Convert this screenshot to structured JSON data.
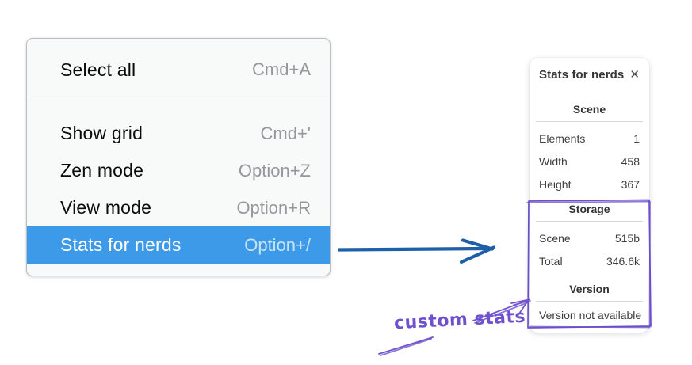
{
  "menu": {
    "items": [
      {
        "label": "Select all",
        "shortcut": "Cmd+A",
        "selected": false
      },
      {
        "label": "Show grid",
        "shortcut": "Cmd+'",
        "selected": false
      },
      {
        "label": "Zen mode",
        "shortcut": "Option+Z",
        "selected": false
      },
      {
        "label": "View mode",
        "shortcut": "Option+R",
        "selected": false
      },
      {
        "label": "Stats for nerds",
        "shortcut": "Option+/",
        "selected": true
      }
    ]
  },
  "panel": {
    "title": "Stats for nerds",
    "close_icon": "✕",
    "sections": [
      {
        "header": "Scene",
        "rows": [
          {
            "label": "Elements",
            "value": "1"
          },
          {
            "label": "Width",
            "value": "458"
          },
          {
            "label": "Height",
            "value": "367"
          }
        ]
      },
      {
        "header": "Storage",
        "rows": [
          {
            "label": "Scene",
            "value": "515b"
          },
          {
            "label": "Total",
            "value": "346.6k"
          }
        ]
      },
      {
        "header": "Version",
        "note": "Version not available"
      }
    ]
  },
  "annotation": {
    "label": "custom stats"
  },
  "colors": {
    "menu_highlight": "#3d9ae8",
    "flow_arrow_blue": "#1e5fa9",
    "annotation_purple": "#6f50cf",
    "menu_background": "#f8f9f9",
    "panel_background": "#ffffff"
  }
}
